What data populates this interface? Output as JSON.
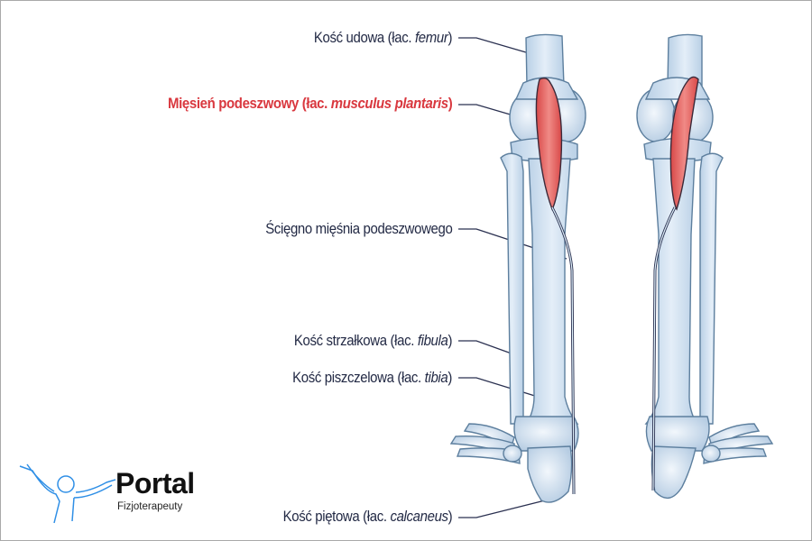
{
  "labels": {
    "femur": {
      "prefix": "Kość udowa (łac. ",
      "latin": "femur",
      "suffix": ")"
    },
    "plantaris": {
      "prefix": "Mięsień podeszwowy (łac. ",
      "latin": "musculus plantaris",
      "suffix": ")"
    },
    "tendon": {
      "prefix": "Ścięgno mięśnia podeszwowego",
      "latin": "",
      "suffix": ""
    },
    "fibula": {
      "prefix": "Kość strzałkowa (łac. ",
      "latin": "fibula",
      "suffix": ")"
    },
    "tibia": {
      "prefix": "Kość piszczelowa (łac. ",
      "latin": "tibia",
      "suffix": ")"
    },
    "calcaneus": {
      "prefix": "Kość piętowa (łac. ",
      "latin": "calcaneus",
      "suffix": ")"
    }
  },
  "logo": {
    "title": "Portal",
    "subtitle": "Fizjoterapeuty"
  },
  "colors": {
    "label_text": "#232a45",
    "highlight_text": "#d9383f",
    "bone_fill": "#cfe0ef",
    "bone_stroke": "#5d7f9e",
    "muscle_fill": "#e45a5a",
    "logo_figure": "#2f8fe6"
  }
}
